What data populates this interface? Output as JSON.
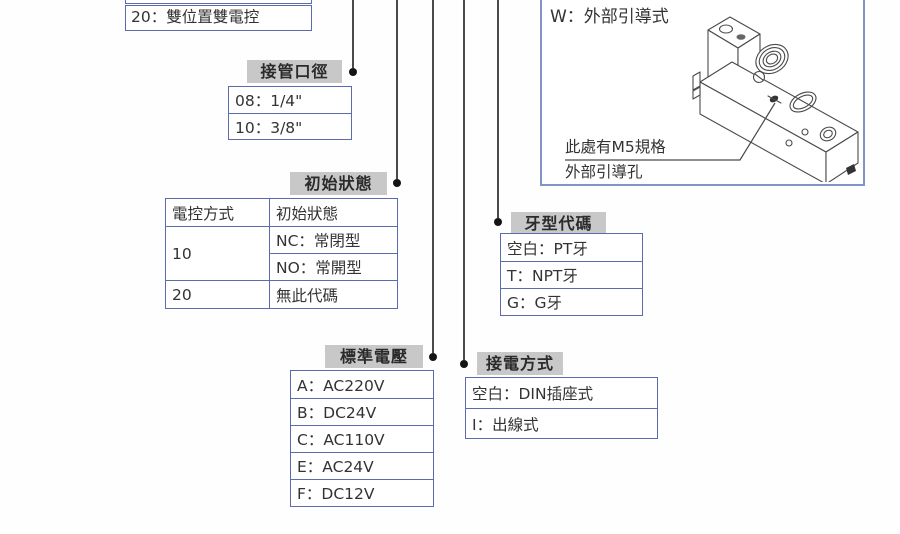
{
  "colors": {
    "box_border": "#5b6bae",
    "panel_border": "#8193cb",
    "header_bg": "#c8c8c8",
    "text": "#333333",
    "connector_line": "#4a4a4a"
  },
  "control_type": {
    "visible_item": "20：雙位置雙電控"
  },
  "port_size": {
    "title": "接管口徑",
    "items": [
      "08：1/4\"",
      "10：3/8\""
    ]
  },
  "initial_state": {
    "title": "初始狀態",
    "col_headers": [
      "電控方式",
      "初始狀態"
    ],
    "rows": {
      "code_10": "10",
      "nc": "NC：常閉型",
      "no": "NO：常開型",
      "code_20": "20",
      "no_code": "無此代碼"
    }
  },
  "thread_code": {
    "title": "牙型代碼",
    "items": [
      "空白：PT牙",
      "T：NPT牙",
      "G：G牙"
    ]
  },
  "voltage": {
    "title": "標準電壓",
    "items": [
      "A：AC220V",
      "B：DC24V",
      "C：AC110V",
      "E：AC24V",
      "F：DC12V"
    ]
  },
  "wiring": {
    "title": "接電方式",
    "items": [
      "空白：DIN插座式",
      "I：出線式"
    ]
  },
  "external_pilot": {
    "label": "W：外部引導式",
    "note_line1": "此處有M5規格",
    "note_line2": "外部引導孔"
  }
}
